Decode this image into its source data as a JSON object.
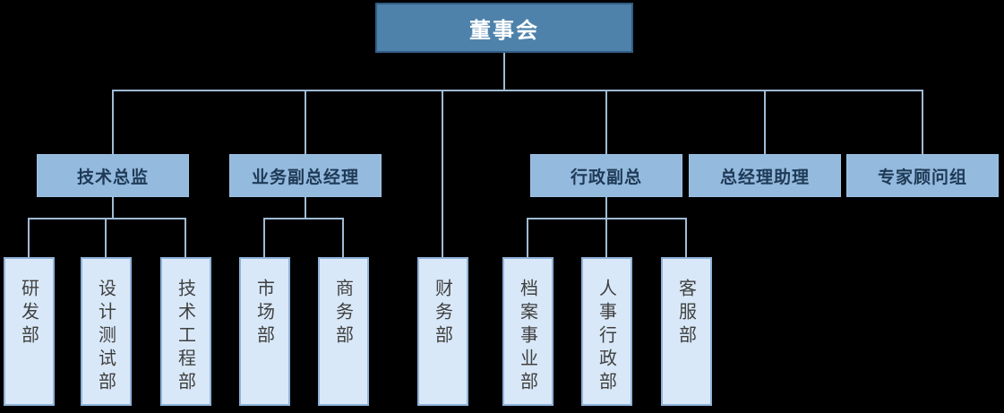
{
  "org_chart": {
    "type": "organization-chart",
    "root": {
      "label": "董事会"
    },
    "branches": [
      {
        "label": "技术总监",
        "departments": [
          "研发部",
          "设计测试部",
          "技术工程部"
        ]
      },
      {
        "label": "业务副总经理",
        "departments": [
          "市场部",
          "商务部"
        ]
      },
      {
        "label": "财务部",
        "note": "department reporting directly to root",
        "departments": []
      },
      {
        "label": "行政副总",
        "departments": [
          "档案事业部",
          "人事行政部",
          "客服部"
        ]
      },
      {
        "label": "总经理助理",
        "departments": []
      },
      {
        "label": "专家顾问组",
        "departments": []
      }
    ],
    "colors": {
      "background": "#000000",
      "root_fill": "#4e82ab",
      "root_border": "#315d83",
      "root_text": "#ffffff",
      "level2_fill": "#94bade",
      "level2_text": "#1f3a56",
      "department_fill": "#d9e8f8",
      "department_border": "#8fb4da",
      "department_text": "#404040",
      "connector": "#a0bbd4"
    }
  }
}
